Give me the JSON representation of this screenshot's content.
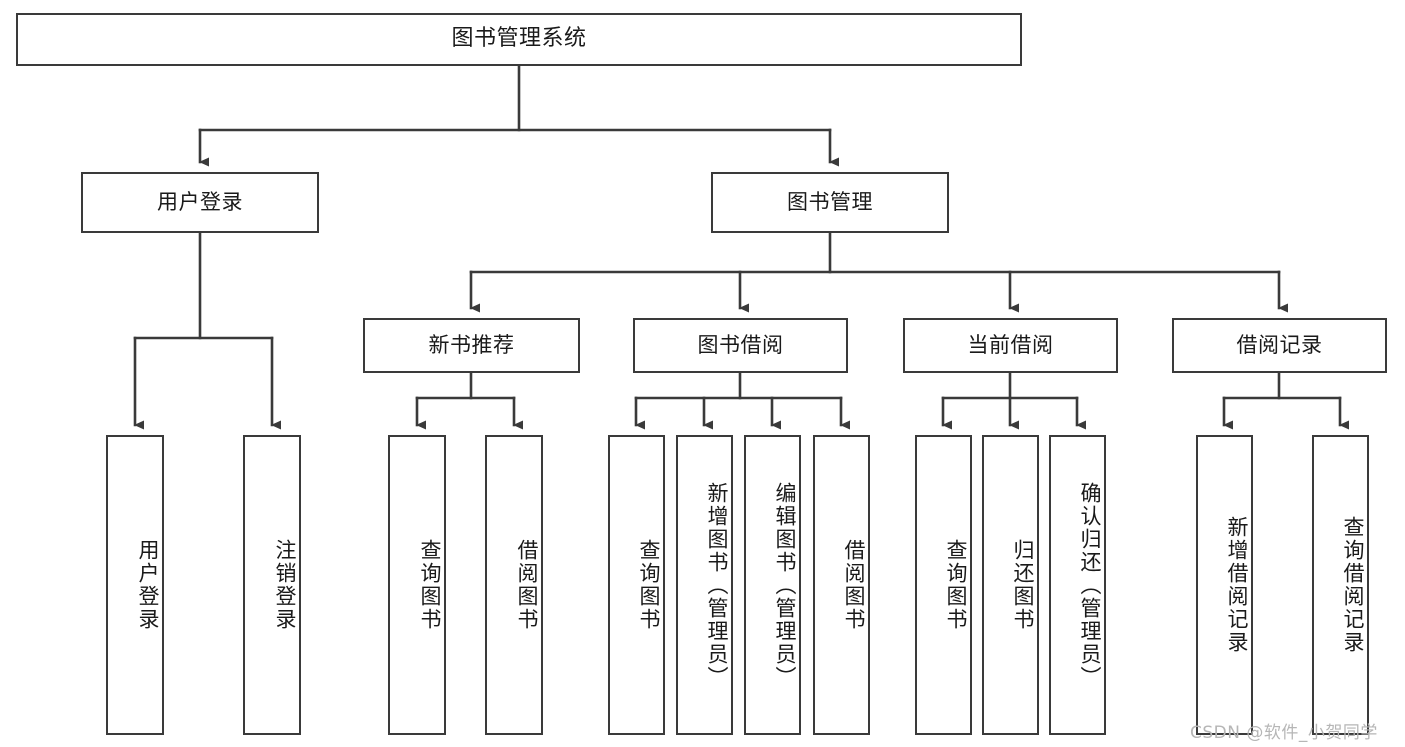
{
  "diagram": {
    "title": "图书管理系统",
    "type": "tree",
    "orientation": "top-down",
    "colors": {
      "box_border": "#3a3a3a",
      "box_fill": "#ffffff",
      "connector": "#3a3a3a",
      "text": "#1a1a1a",
      "watermark": "#b6b6b6",
      "background": "#ffffff"
    },
    "root": {
      "label": "图书管理系统"
    },
    "level2": [
      {
        "label": "用户登录"
      },
      {
        "label": "图书管理"
      }
    ],
    "level3": [
      {
        "label": "新书推荐"
      },
      {
        "label": "图书借阅"
      },
      {
        "label": "当前借阅"
      },
      {
        "label": "借阅记录"
      }
    ],
    "leaves": {
      "user_login": [
        {
          "label": "用户登录"
        },
        {
          "label": "注销登录"
        }
      ],
      "new_book_recommend": [
        {
          "label": "查询图书"
        },
        {
          "label": "借阅图书"
        }
      ],
      "book_borrow": [
        {
          "label": "查询图书"
        },
        {
          "label": "新增图书（管理员）"
        },
        {
          "label": "编辑图书（管理员）"
        },
        {
          "label": "借阅图书"
        }
      ],
      "current_borrow": [
        {
          "label": "查询图书"
        },
        {
          "label": "归还图书"
        },
        {
          "label": "确认归还（管理员）"
        }
      ],
      "borrow_record": [
        {
          "label": "新增借阅记录"
        },
        {
          "label": "查询借阅记录"
        }
      ]
    }
  },
  "watermark": {
    "text": "CSDN @软件_小贺同学"
  }
}
